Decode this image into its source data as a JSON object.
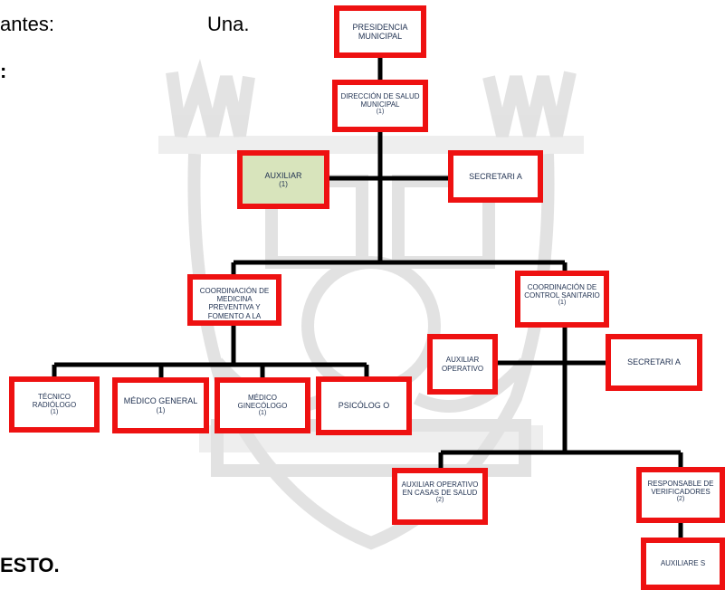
{
  "header": {
    "left_fragment": "antes:",
    "right_fragment": "Una.",
    "colon_fragment": ":"
  },
  "footer": {
    "fragment": "ESTO."
  },
  "nodes": {
    "presidencia": {
      "label": "PRESIDENCIA MUNICIPAL",
      "count": ""
    },
    "direccion": {
      "label": "DIRECCIÓN DE SALUD MUNICIPAL",
      "count": "(1)"
    },
    "auxiliar": {
      "label": "AUXILIAR",
      "count": "(1)"
    },
    "secretaria": {
      "label": "SECRETARI A",
      "count": ""
    },
    "coord_medicina": {
      "label": "COORDINACIÓN DE MEDICINA PREVENTIVA Y FOMENTO A LA SALUD",
      "count": ""
    },
    "coord_control": {
      "label": "COORDINACIÓN DE CONTROL SANITARIO",
      "count": "(1)"
    },
    "tecnico": {
      "label": "TÉCNICO RADIÓLOGO",
      "count": "(1)"
    },
    "medico_general": {
      "label": "MÉDICO GENERAL",
      "count": "(1)"
    },
    "medico_gineco": {
      "label": "MÉDICO GINECÓLOGO",
      "count": "(1)"
    },
    "psicologo": {
      "label": "PSICÓLOG O",
      "count": ""
    },
    "auxiliar_operativo": {
      "label": "AUXILIAR OPERATIVO",
      "count": ""
    },
    "secretaria_control": {
      "label": "SECRETARI A",
      "count": ""
    },
    "auxiliar_casas": {
      "label": "AUXILIAR OPERATIVO EN CASAS DE SALUD",
      "count": "(2)"
    },
    "responsable": {
      "label": "RESPONSABLE DE VERIFICADORES",
      "count": "(2)"
    },
    "auxiliares": {
      "label": "AUXILIARE S",
      "count": ""
    }
  },
  "colors": {
    "box_border": "#ee1111",
    "auxiliar_fill": "#d8e4bc",
    "connector": "#000000",
    "text": "#1f3050",
    "watermark": "#d9d9d9"
  }
}
